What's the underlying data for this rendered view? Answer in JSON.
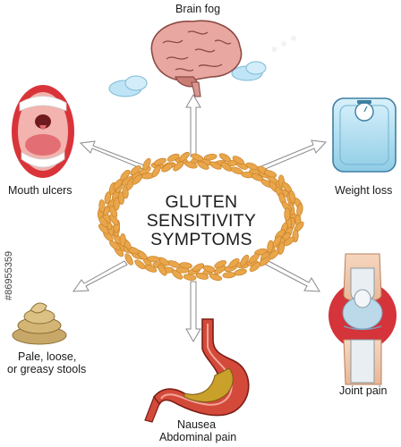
{
  "diagram": {
    "center_title_lines": [
      "GLUTEN",
      "SENSITIVITY",
      "SYMPTOMS"
    ],
    "symptoms": {
      "brain_fog": "Brain fog",
      "mouth_ulcers": "Mouth ulcers",
      "weight_loss": "Weight loss",
      "stools_line1": "Pale, loose,",
      "stools_line2": "or greasy stools",
      "joint_pain": "Joint pain",
      "nausea": "Nausea",
      "abdominal_pain": "Abdominal pain"
    }
  },
  "stock_id": "#86955359",
  "colors": {
    "grain": "#e9a64a",
    "grain_dark": "#c9822a",
    "arrow_fill": "#ffffff",
    "arrow_stroke": "#8a8a8a",
    "brain": "#e8a7a0",
    "cloud": "#bfe4f6",
    "mouth_red": "#d9343a",
    "scale_blue": "#a8dcef",
    "stool": "#c8a868",
    "stomach": "#d44a3a",
    "knee_red": "#d4343a"
  }
}
